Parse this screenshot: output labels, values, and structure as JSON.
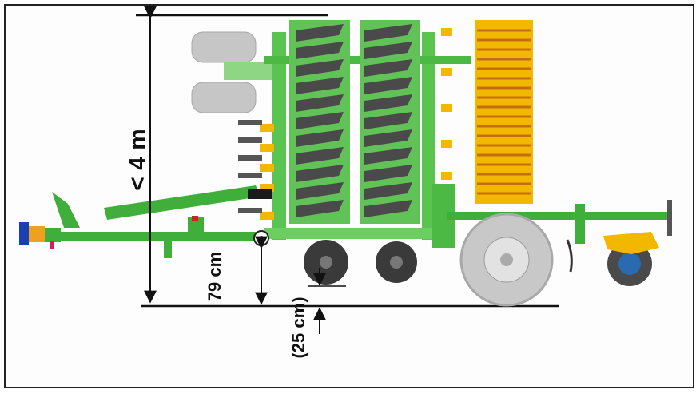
{
  "figure": {
    "dimensions": {
      "height_total": "< 4 m",
      "hitch_height": "79 cm",
      "disc_depth": "(25 cm)"
    },
    "colors": {
      "frame_green": "#3fae3a",
      "frame_green_dark": "#2b8a2b",
      "accent_yellow": "#f2b800",
      "tyre_grey": "#c8c8c8",
      "disc_dark": "#3a3a3a",
      "line": "#111111"
    }
  }
}
